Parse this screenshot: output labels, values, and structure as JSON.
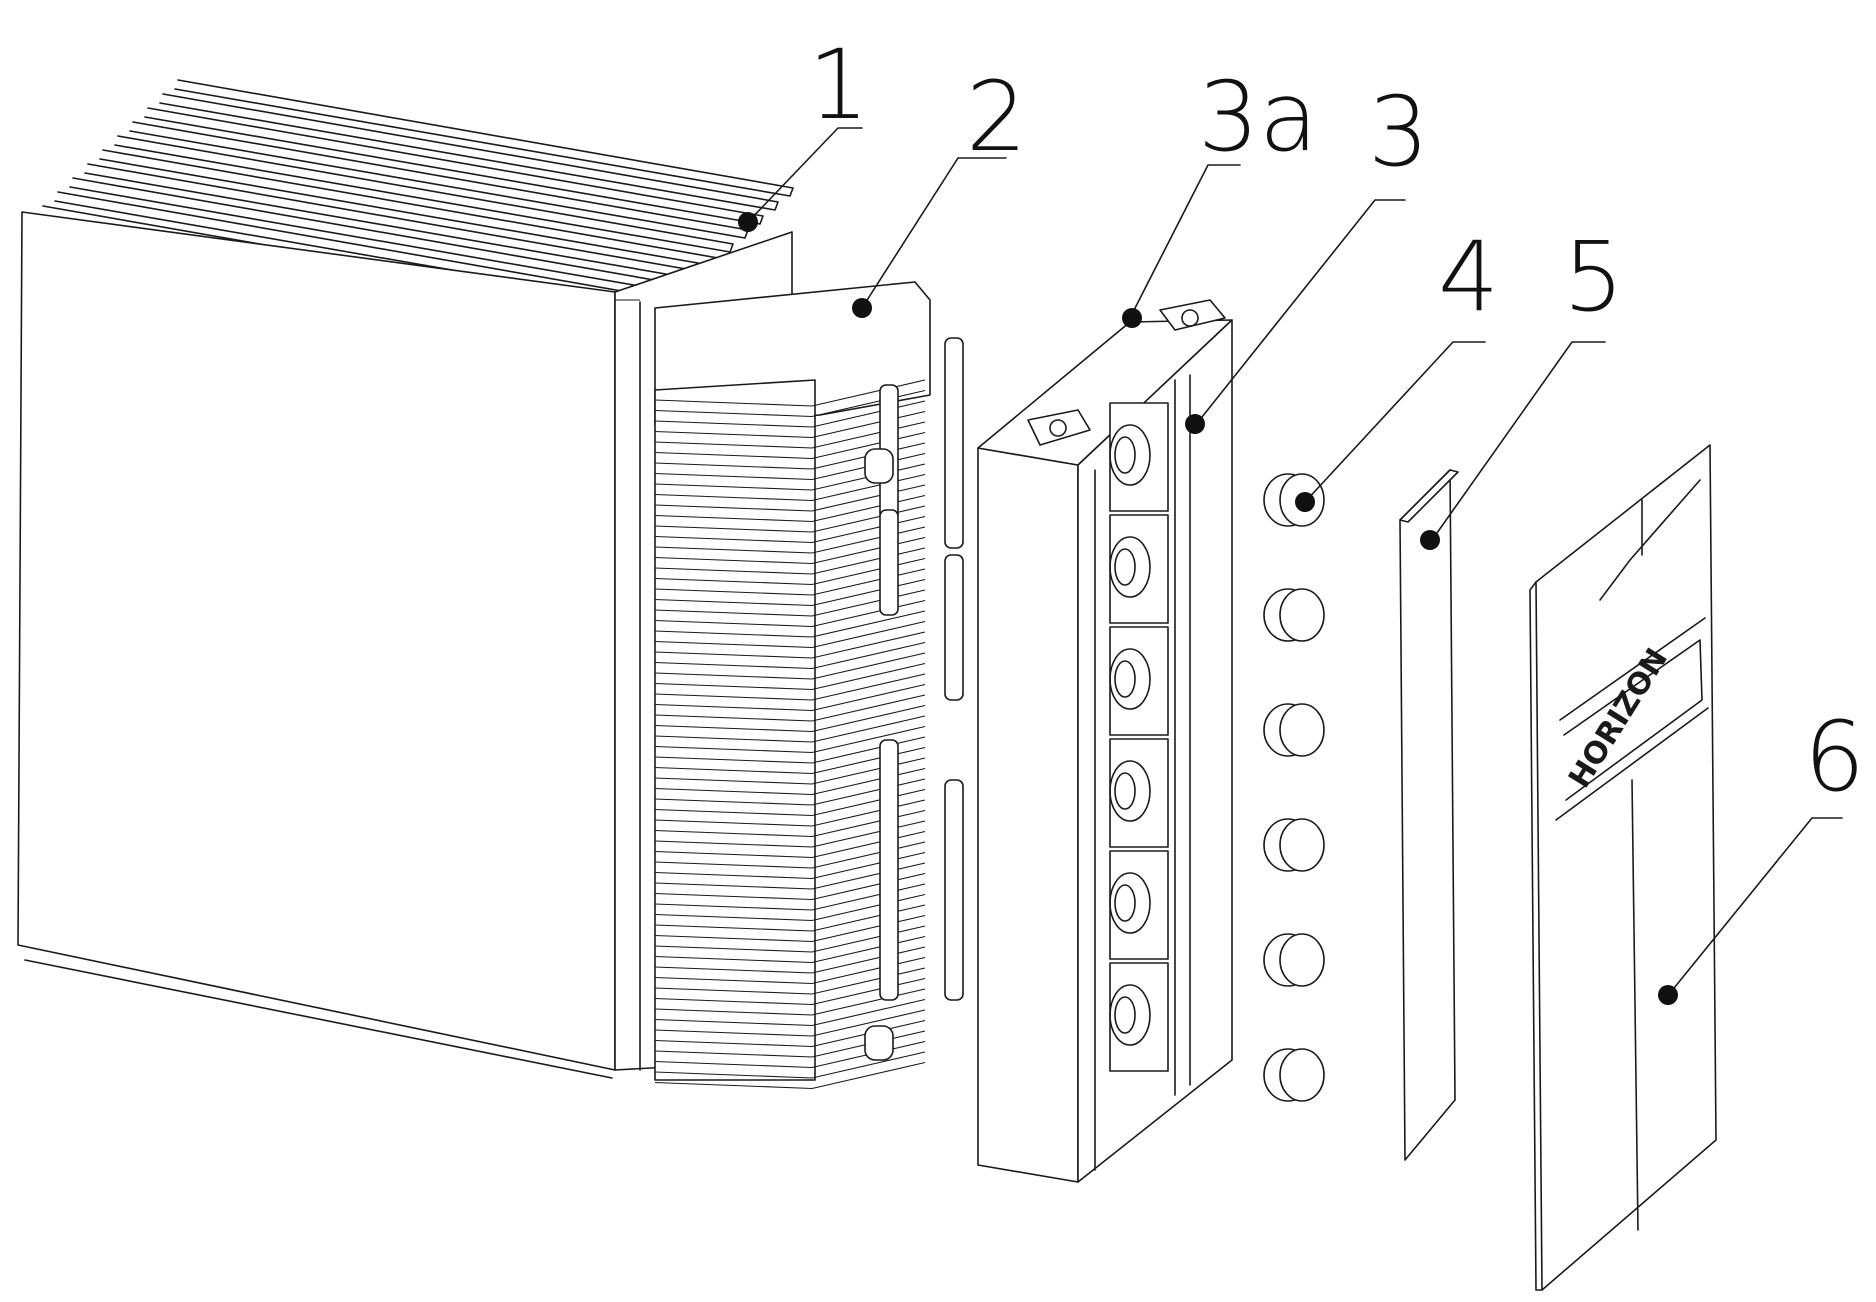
{
  "labels": {
    "l1": "1",
    "l2": "2",
    "l3a": "3a",
    "l3": "3",
    "l4": "4",
    "l5": "5",
    "l6": "6"
  },
  "cover": {
    "brand_text": "HORIZON"
  },
  "colors": {
    "line": "#1a1a1a",
    "background": "#ffffff"
  }
}
